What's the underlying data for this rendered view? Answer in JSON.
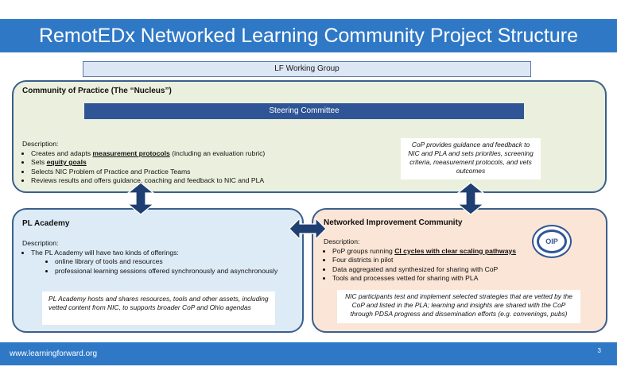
{
  "title": "RemotEDx Networked Learning Community Project Structure",
  "lf_working_group": "LF Working Group",
  "community_of_practice": {
    "title": "Community of Practice (The “Nucleus”)",
    "steering_committee": "Steering Committee",
    "description_label": "Description:",
    "bullets": [
      {
        "pre": "Creates and adapts ",
        "emph": "measurement protocols",
        "post": " (including an evaluation rubric)"
      },
      {
        "pre": "Sets ",
        "emph": "equity goals",
        "post": ""
      },
      {
        "pre": "Selects NIC Problem of Practice and Practice Teams",
        "emph": "",
        "post": ""
      },
      {
        "pre": "Reviews results and offers guidance, coaching and feedback to NIC and PLA",
        "emph": "",
        "post": ""
      }
    ],
    "note": "CoP provides guidance and feedback to NIC and PLA and sets priorities, screening criteria, measurement protocols, and vets outcomes"
  },
  "pl_academy": {
    "title": "PL Academy",
    "description_label": "Description:",
    "bullet": "The PL Academy will have two kinds of offerings:",
    "sub_bullets": [
      "online library of tools and resources",
      "professional learning sessions offered synchronously and asynchronously"
    ],
    "note": "PL Academy hosts and shares resources, tools and other assets, including vetted content from NIC, to supports broader CoP and Ohio agendas"
  },
  "nic": {
    "title": "Networked Improvement Community",
    "description_label": "Description:",
    "bullets": [
      {
        "pre": "PoP groups running ",
        "emph": "CI cycles with clear scaling pathways",
        "post": ""
      },
      {
        "pre": "Four districts in pilot",
        "emph": "",
        "post": ""
      },
      {
        "pre": "Data aggregated and synthesized for sharing with CoP",
        "emph": "",
        "post": ""
      },
      {
        "pre": "Tools and processes vetted for sharing with PLA",
        "emph": "",
        "post": ""
      }
    ],
    "oip_label": "OIP",
    "note": "NIC participants test and implement selected strategies that are vetted by the CoP and listed in the PLA; learning and insights are shared with the CoP through PDSA progress and dissemination efforts (e.g. convenings, pubs)"
  },
  "footer": {
    "url": "www.learningforward.org",
    "page_number": "3"
  },
  "colors": {
    "title_bar": "#2f78c6",
    "steering": "#2f5597",
    "cop_fill": "#eaf0dd",
    "pla_fill": "#ddebf6",
    "nic_fill": "#fbe5d6",
    "arrow": "#1f3f73"
  }
}
